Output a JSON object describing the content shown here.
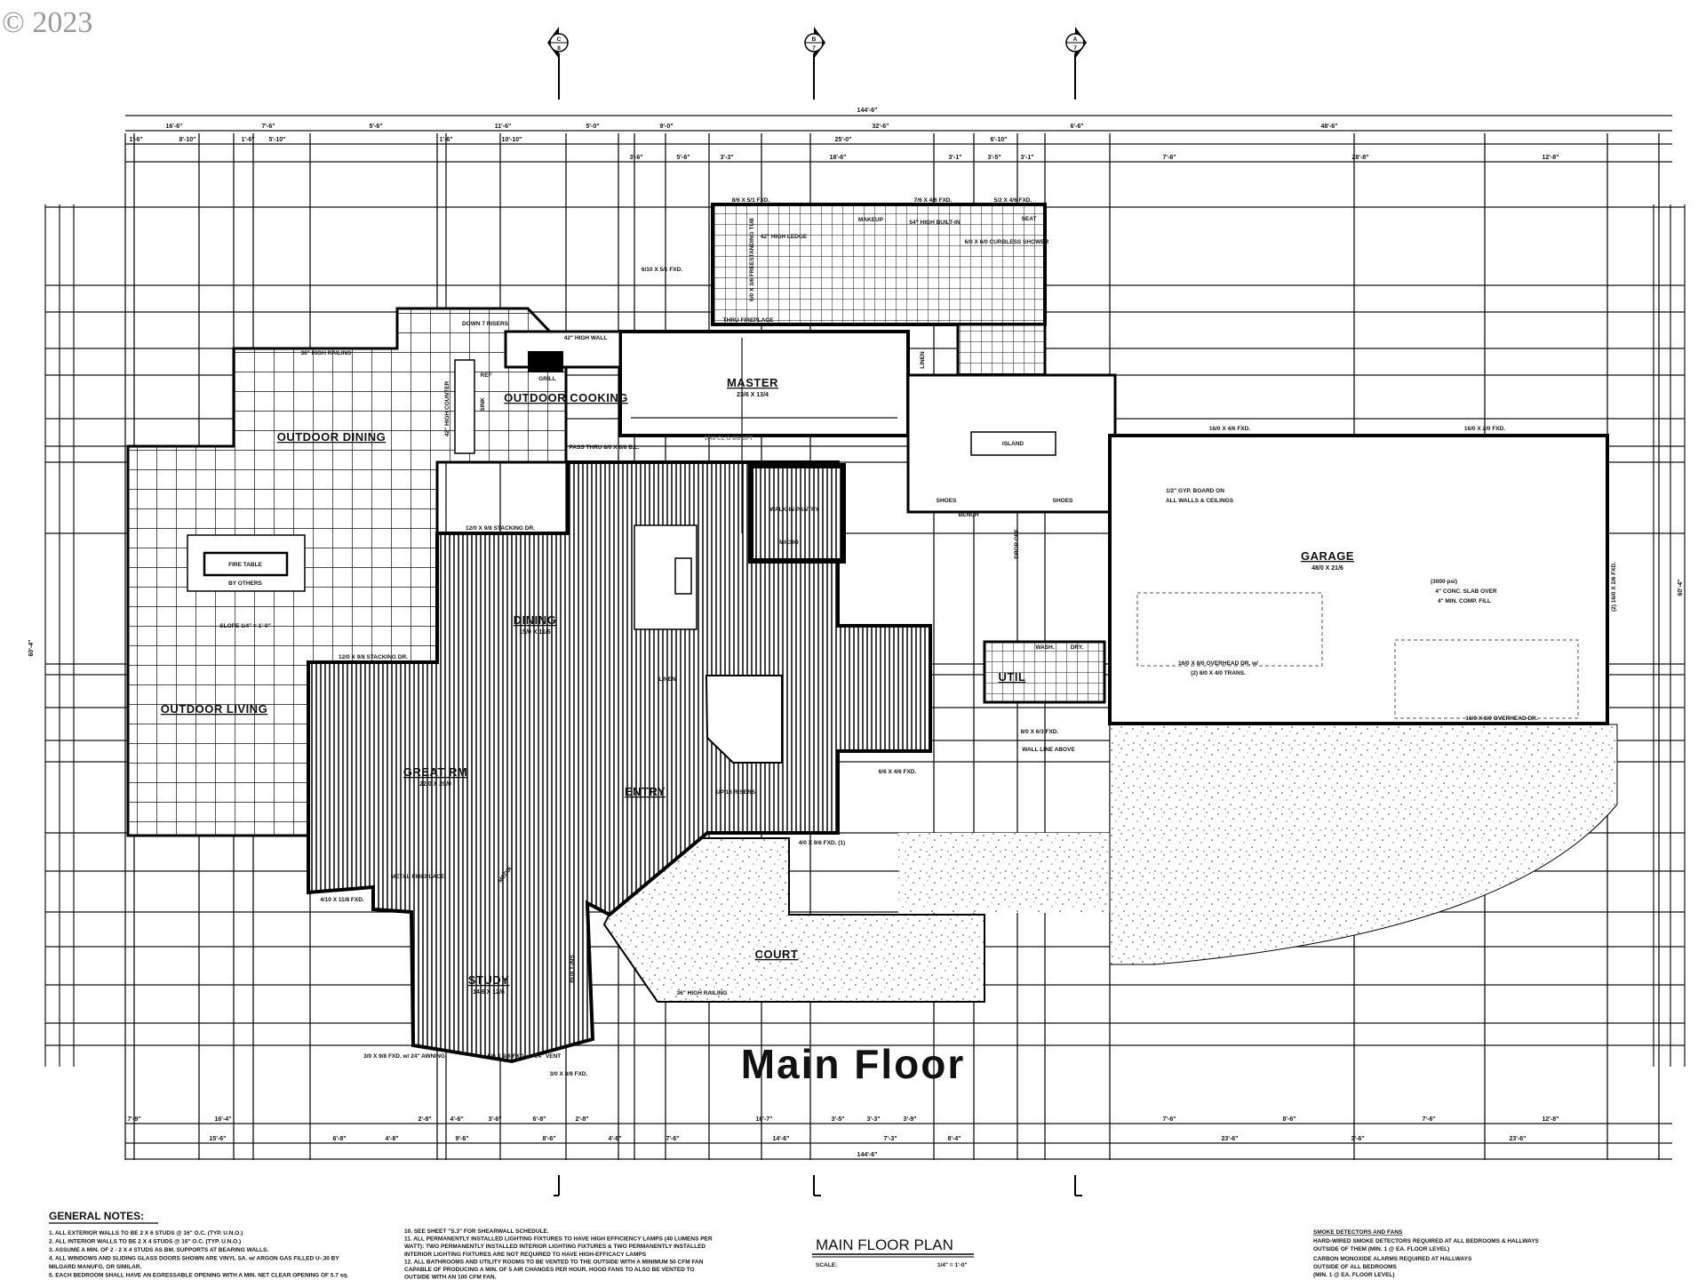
{
  "copyright": "© 2023",
  "title": "Main Floor",
  "section_markers": [
    {
      "letter": "C",
      "sheet": "8"
    },
    {
      "letter": "B",
      "sheet": "7"
    },
    {
      "letter": "A",
      "sheet": "7"
    }
  ],
  "dims": {
    "overall_top": "144'-6\"",
    "overall_bottom": "144'-6\"",
    "top1": [
      "16'-6\"",
      "7'-6\"",
      "5'-6\"",
      "11'-6\"",
      "5'-0\"",
      "9'-0\"",
      "32'-6\"",
      "6'-6\"",
      "48'-6\""
    ],
    "top2": [
      "1'-6\"",
      "8'-10\"",
      "1'-6\"",
      "5'-10\"",
      "1'-6\"",
      "10'-10\"",
      "25'-0\"",
      "6'-10\""
    ],
    "top3": [
      "3'-6\"",
      "5'-6\"",
      "3'-3\"",
      "18'-6\"",
      "3'-1\"",
      "3'-5\"",
      "3'-1\"",
      "7'-6\"",
      "28'-8\"",
      "12'-8\""
    ],
    "bot1": [
      "7'-9\"",
      "16'-4\"",
      "2'-8\"",
      "4'-6\"",
      "3'-6\"",
      "6'-8\"",
      "2'-8\"",
      "16'-7\"",
      "3'-5\"",
      "3'-3\"",
      "3'-9\"",
      "7'-6\"",
      "8'-6\"",
      "7'-6\"",
      "12'-8\""
    ],
    "bot2": [
      "15'-6\"",
      "6'-8\"",
      "4'-8\"",
      "9'-6\"",
      "8'-6\"",
      "4'-6\"",
      "7'-6\"",
      "14'-6\"",
      "7'-3\"",
      "8'-4\"",
      "23'-6\"",
      "3'-6\"",
      "23'-6\""
    ],
    "side_left": "60'-4\"",
    "side_right": "60'-4\""
  },
  "rooms": {
    "outdoor_dining": {
      "name": "OUTDOOR DINING"
    },
    "outdoor_cooking": {
      "name": "OUTDOOR COOKING"
    },
    "outdoor_living": {
      "name": "OUTDOOR LIVING"
    },
    "master": {
      "name": "MASTER",
      "size": "23/6 X 13/4"
    },
    "dining": {
      "name": "DINING",
      "size": "15/0 X 11/6"
    },
    "great_rm": {
      "name": "GREAT RM",
      "size": "22/0 X 20/0"
    },
    "entry": {
      "name": "ENTRY"
    },
    "study": {
      "name": "STUDY",
      "size": "14/6 X 12/6"
    },
    "court": {
      "name": "COURT"
    },
    "garage": {
      "name": "GARAGE",
      "size": "48/0 X 21/6"
    },
    "util": {
      "name": "UTIL"
    }
  },
  "annotations": {
    "railing_top": "36\" HIGH RAILING",
    "railing_court": "36\" HIGH RAILING",
    "high_counter": "42\" HIGH COUNTER",
    "down_risers": "DOWN 7 RISERS",
    "high_wall": "42\" HIGH WALL",
    "grill": "GRILL",
    "ref": "REF",
    "sink": "SINK",
    "fire_table": "FIRE TABLE",
    "by_others": "BY OTHERS",
    "slope": "SLOPE 1/4\" = 1'-0\"",
    "pass_thru": "PASS THRU 8/0 X 6/8 B.L.",
    "makeup": "MAKEUP",
    "built_in_54": "54\" HIGH BUILT-IN",
    "tub": "6/0 X 3/6 FREESTANDING TUB",
    "ledge": "42\" HIGH LEDGE",
    "shower": "6/0 X 6/0 CURBLESS SHOWER",
    "seat": "SEAT",
    "thru_fireplace": "THRU FIREPLACE",
    "linen_master": "LINEN",
    "linen_hall": "LINEN",
    "island": "ISLAND",
    "bench": "BENCH",
    "shoes_1": "SHOES",
    "shoes_2": "SHOES",
    "drop_off": "DROP OFF",
    "walk_in_pantry": "WALK-IN PANTRY",
    "micro": "MICRO",
    "wash": "WASH.",
    "dry": "DRY.",
    "media": "MEDIA",
    "metal_fireplace": "METAL FIREPLACE",
    "built_ins": "BUILT-INS",
    "up_risers": "UP 16 RISERS",
    "wall_line_above": "WALL LINE ABOVE",
    "ceiling": "10/0 CL'G 8/6 SFT",
    "garage_gyp": "1/2\" GYP. BOARD ON",
    "garage_gyp2": "ALL WALLS & CEILINGS",
    "garage_slab1": "(3000 psi)",
    "garage_slab2": "4\" CONC. SLAB OVER",
    "garage_slab3": "4\" MIN. COMP. FILL"
  },
  "windows": {
    "w1": "8/6 X 5/1 FXD.",
    "w2": "7/6 X 4/6 FXD.",
    "w3": "5/2 X 4/6 FXD.",
    "w4": "6/10 X 5/1 FXD.",
    "w5": "16/0 X 4/6 FXD.",
    "w6": "16/0 X 2/0 FXD.",
    "w7": "12/0 X 9/8 STACKING DR.",
    "w8": "12/0 X 9/8 STACKING DR.",
    "w9": "4/10 X 11/8 FXD.",
    "w10": "3/0 X 9/8 FXD. w/ 24\" AWNING",
    "w11": "5/0 X 9/8 FXD. w/ 24\" VENT",
    "w12": "3/0 X 8/8 FXD.",
    "w13": "8/0 X 6/3 FXD.",
    "w14": "6/6 X 4/6 FXD.",
    "w15": "4/0 X 9/6 FXD. (1)",
    "w16": "16/0 X 8/0 OVERHEAD DR. w/",
    "w16b": "(2) 8/0 X 4/0 TRANS.",
    "w17": "16/0 X 8/0 OVERHEAD DR.",
    "w18": "(2) 16/0 X 2/6 FXD."
  },
  "title_block": {
    "plan_title": "MAIN FLOOR PLAN",
    "scale_label": "SCALE:",
    "scale_value": "1/4\" = 1'-0\""
  },
  "general_notes": {
    "heading": "GENERAL NOTES:",
    "col1": [
      "1.  ALL EXTERIOR WALLS TO BE 2 X 6 STUDS @ 16\" O.C. (TYP. U.N.O.)",
      "2.  ALL INTERIOR WALLS TO BE 2 X 4 STUDS @ 16\" O.C. (TYP. U.N.O.)",
      "3.  ASSUME A MIN. OF 2 - 2 X 4 STUDS AS BM. SUPPORTS AT BEARING WALLS.",
      "4.  ALL WINDOWS AND SLIDING GLASS DOORS SHOWN ARE VINYL SA. w/ ARGON GAS FILLED U-.30 BY",
      "     MILGARD MANUFG. OR SIMILAR.",
      "5.  EACH BEDROOM SHALL HAVE AN EGRESSABLE OPENING WITH A MIN. NET CLEAR OPENING OF 5.7 sq."
    ],
    "col2": [
      "10.  SEE SHEET \"S.3\" FOR SHEARWALL SCHEDULE.",
      "11.  ALL PERMANENTLY INSTALLED LIGHTING FIXTURES TO HAVE HIGH EFFICIENCY LAMPS (40 LUMENS PER",
      "      WATT): TWO PERMANENTLY INSTALLED INTERIOR LIGHTING FIXTURES & TWO PERMANENTLY INSTALLED",
      "      INTERIOR LIGHTING FIXTURES ARE NOT REQUIRED TO HAVE HIGH-EFFICACY LAMPS",
      "12.  ALL BATHROOMS AND UTILITY ROOMS TO BE VENTED TO THE OUTSIDE WITH A MINIMUM 50 CFM FAN",
      "      CAPABLE OF PRODUCING A MIN. OF 5 AIR CHANGES PER HOUR. HOOD FANS TO ALSO BE VENTED TO",
      "      OUTSIDE WITH AN 100 CFM FAN."
    ]
  },
  "smoke_notes": {
    "heading": "SMOKE DETECTORS AND FANS",
    "lines": [
      "HARD-WIRED SMOKE DETECTORS REQUIRED AT ALL BEDROOMS & HALLWAYS",
      "OUTSIDE OF THEM (MIN. 1 @ EA. FLOOR LEVEL)",
      "CARBON MONOXIDE ALARMS REQUIRED AT HALLWAYS",
      "OUTSIDE OF ALL BEDROOMS",
      "(MIN. 1 @ EA. FLOOR LEVEL)"
    ]
  }
}
